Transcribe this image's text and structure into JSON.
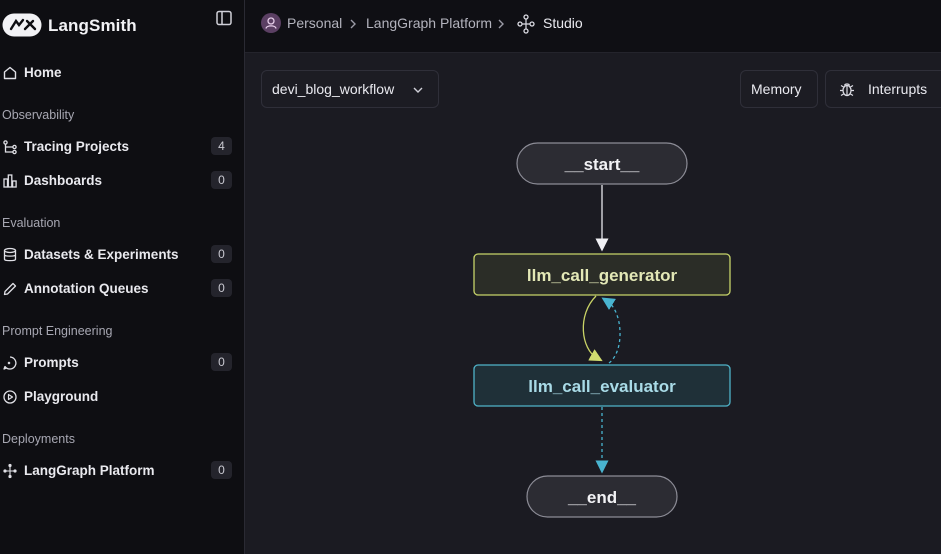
{
  "brand": {
    "name": "LangSmith"
  },
  "sidebar": {
    "home": {
      "label": "Home"
    },
    "sections": {
      "observability": "Observability",
      "evaluation": "Evaluation",
      "prompt_engineering": "Prompt Engineering",
      "deployments": "Deployments"
    },
    "items": {
      "tracing_projects": {
        "label": "Tracing Projects",
        "count": "4"
      },
      "dashboards": {
        "label": "Dashboards",
        "count": "0"
      },
      "datasets": {
        "label": "Datasets & Experiments",
        "count": "0"
      },
      "annotation_queues": {
        "label": "Annotation Queues",
        "count": "0"
      },
      "prompts": {
        "label": "Prompts",
        "count": "0"
      },
      "playground": {
        "label": "Playground"
      },
      "langgraph_platform": {
        "label": "LangGraph Platform",
        "count": "0"
      }
    }
  },
  "breadcrumb": {
    "personal": "Personal",
    "platform": "LangGraph Platform",
    "studio": "Studio"
  },
  "toolbar": {
    "graph_name": "devi_blog_workflow",
    "memory_label": "Memory",
    "interrupts_label": "Interrupts"
  },
  "graph": {
    "nodes": {
      "start": "__start__",
      "generator": "llm_call_generator",
      "evaluator": "llm_call_evaluator",
      "end": "__end__"
    }
  },
  "colors": {
    "generator_border": "#c7d46a",
    "evaluator_border": "#4fb3c8",
    "edge_generator": "#d0dc70",
    "edge_evaluator": "#49b4d0"
  }
}
